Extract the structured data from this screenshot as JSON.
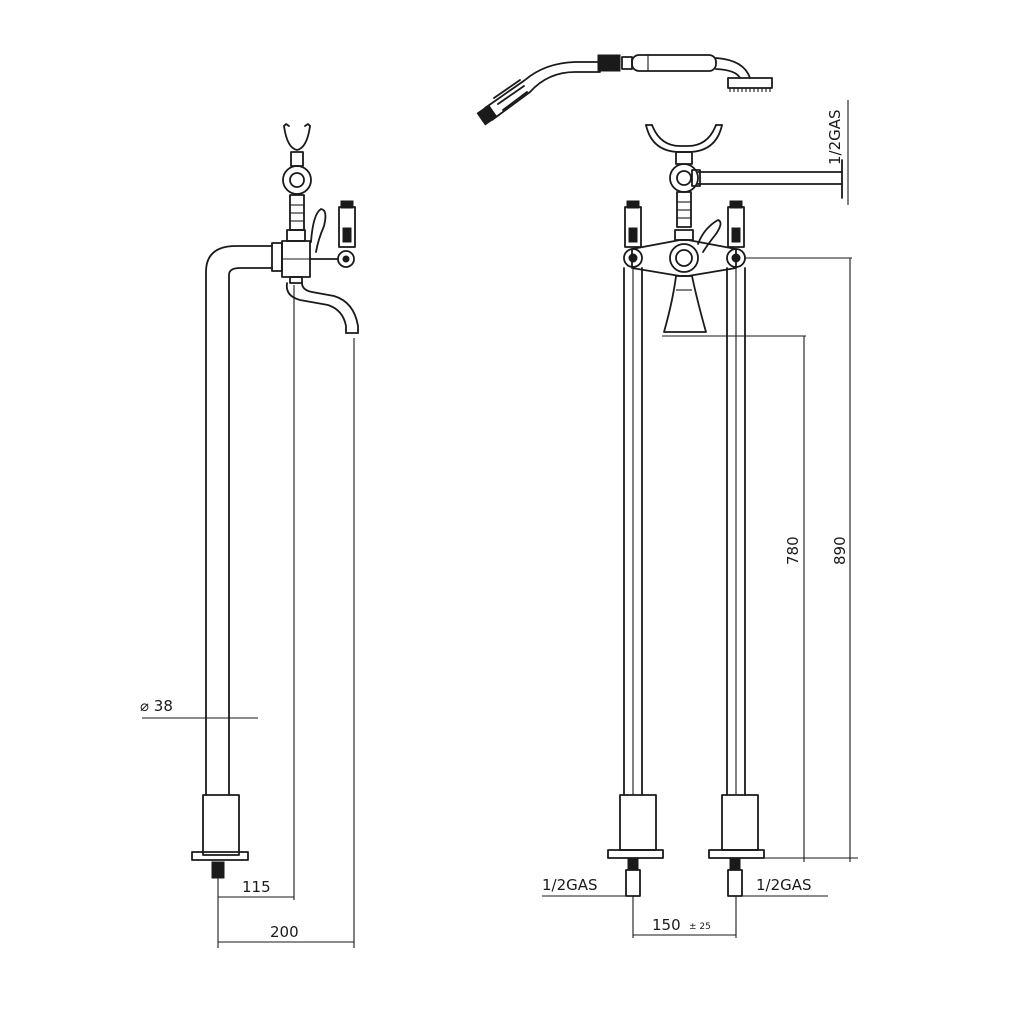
{
  "side_view": {
    "pipe_diameter": "⌀ 38",
    "dim_spout_offset": "115",
    "dim_total_offset": "200"
  },
  "front_view": {
    "hose_connection": "1/2GAS",
    "inlet_left": "1/2GAS",
    "inlet_right": "1/2GAS",
    "dim_spout_height": "780",
    "dim_total_height": "890",
    "dim_inlet_spacing": "150",
    "dim_inlet_tolerance": "± 25"
  }
}
